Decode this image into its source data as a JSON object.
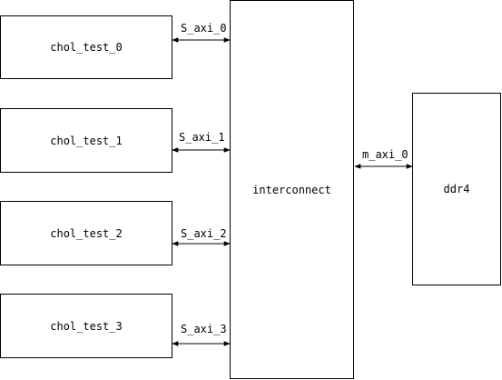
{
  "blocks": {
    "chol_test_0": "chol_test_0",
    "chol_test_1": "chol_test_1",
    "chol_test_2": "chol_test_2",
    "chol_test_3": "chol_test_3",
    "interconnect": "interconnect",
    "ddr4": "ddr4"
  },
  "links": {
    "s_axi_0": "S_axi_0",
    "s_axi_1": "S_axi_1",
    "s_axi_2": "S_axi_2",
    "s_axi_3": "S_axi_3",
    "m_axi_0": "m_axi_0"
  }
}
